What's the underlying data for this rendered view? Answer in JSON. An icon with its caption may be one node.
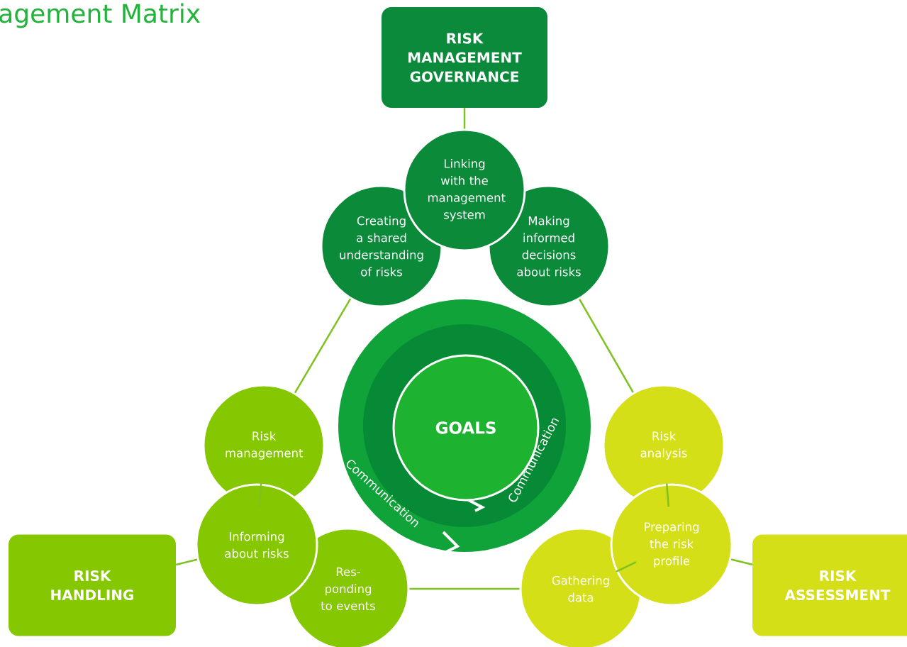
{
  "diagram": {
    "title": "agement Matrix",
    "nodes": [
      {
        "text": [
          "RISK MANAGEMENT GOVERNANCE"
        ]
      },
      {
        "text": [
          "Linking with the management system"
        ]
      },
      {
        "text": [
          "Creating a shared understanding of risks"
        ]
      },
      {
        "text": [
          "Making informed decisions about risks"
        ]
      },
      {
        "text": [
          "Communication",
          "Communication"
        ]
      },
      {
        "text": [
          "GOALS"
        ],
        "in": 4
      },
      {
        "text": [
          "Risk management"
        ]
      },
      {
        "text": [
          "Informing about risks"
        ]
      },
      {
        "text": [
          "Res- ponding to events"
        ]
      },
      {
        "text": [
          "Gathering data"
        ]
      },
      {
        "text": [
          "Risk analysis"
        ]
      },
      {
        "text": [
          "Preparing the risk profile"
        ]
      },
      {
        "text": [
          "RISK HANDLING"
        ]
      },
      {
        "text": [
          "RISK ASSESSMENT"
        ]
      }
    ],
    "edges": [
      {
        "from": 0,
        "to": 1,
        "arrow": "none"
      },
      {
        "from": 2,
        "to": 6,
        "arrow": "none"
      },
      {
        "from": 3,
        "to": 10,
        "arrow": "none"
      },
      {
        "from": 8,
        "to": 9,
        "arrow": "none"
      },
      {
        "from": 7,
        "to": 12,
        "arrow": "none"
      },
      {
        "from": 11,
        "to": 13,
        "arrow": "none"
      },
      {
        "from": 6,
        "to": 7,
        "arrow": "none"
      },
      {
        "from": 10,
        "to": 11,
        "arrow": "none"
      },
      {
        "from": 9,
        "to": 11,
        "arrow": "none"
      }
    ]
  }
}
